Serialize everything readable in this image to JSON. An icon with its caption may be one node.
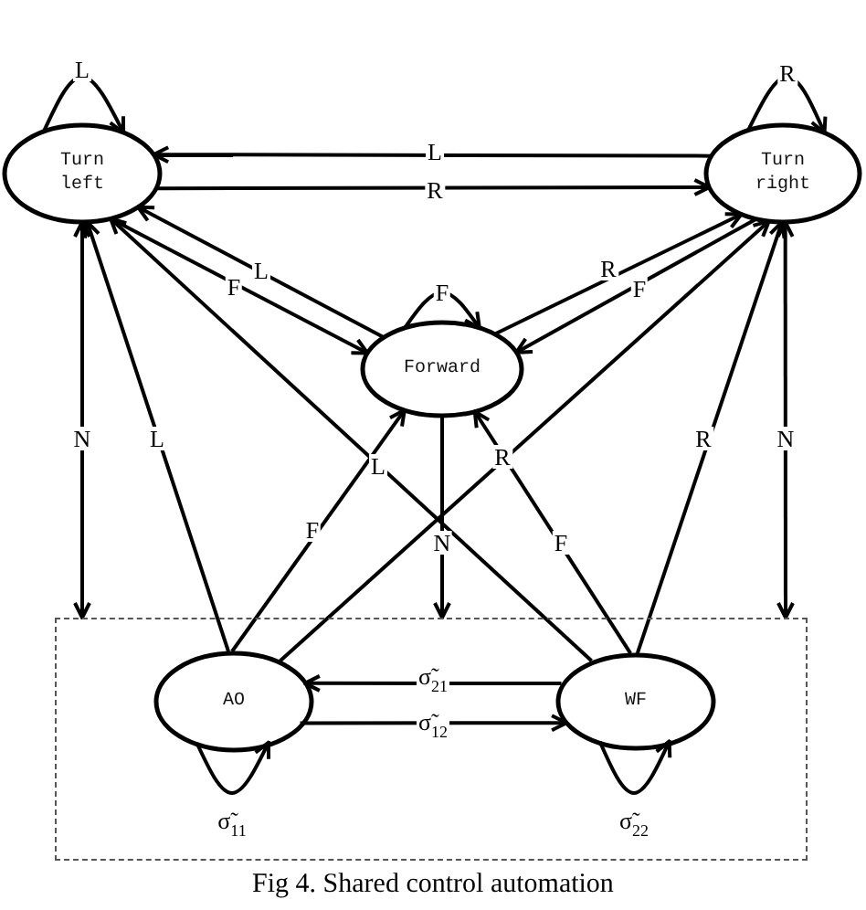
{
  "diagram": {
    "caption": "Fig 4. Shared control automation",
    "nodes": [
      {
        "text": [
          "Turn left"
        ]
      },
      {
        "text": [
          "Turn right"
        ]
      },
      {
        "text": [
          "Forward"
        ]
      },
      {
        "text": [],
        "shape": "box"
      },
      {
        "text": [
          "AO"
        ],
        "in": 3
      },
      {
        "text": [
          "WF"
        ],
        "in": 3
      }
    ],
    "edges": [
      {
        "from": 0,
        "to": 0,
        "arrow": "to",
        "label": "L"
      },
      {
        "from": 1,
        "to": 1,
        "arrow": "to",
        "label": "R"
      },
      {
        "from": 2,
        "to": 2,
        "arrow": "to",
        "label": "F"
      },
      {
        "from": 1,
        "to": 0,
        "arrow": "to",
        "label": "L"
      },
      {
        "from": 0,
        "to": 1,
        "arrow": "to",
        "label": "R"
      },
      {
        "from": 2,
        "to": 0,
        "arrow": "to",
        "label": "L"
      },
      {
        "from": 0,
        "to": 2,
        "arrow": "to",
        "label": "F"
      },
      {
        "from": 2,
        "to": 1,
        "arrow": "to",
        "label": "R"
      },
      {
        "from": 1,
        "to": 2,
        "arrow": "to",
        "label": "F"
      },
      {
        "from": 3,
        "to": 0,
        "arrow": "both",
        "label": "N"
      },
      {
        "from": 3,
        "to": 1,
        "arrow": "both",
        "label": "N"
      },
      {
        "from": 2,
        "to": 3,
        "arrow": "to",
        "label": "N"
      },
      {
        "from": 4,
        "to": 0,
        "arrow": "to",
        "label": "L"
      },
      {
        "from": 4,
        "to": 2,
        "arrow": "to",
        "label": "F"
      },
      {
        "from": 4,
        "to": 1,
        "arrow": "to",
        "label": "R"
      },
      {
        "from": 5,
        "to": 0,
        "arrow": "to",
        "label": "L"
      },
      {
        "from": 5,
        "to": 2,
        "arrow": "to",
        "label": "F"
      },
      {
        "from": 5,
        "to": 1,
        "arrow": "to",
        "label": "R"
      },
      {
        "from": 5,
        "to": 4,
        "arrow": "to",
        "label": "σ̃$_{21}$"
      },
      {
        "from": 4,
        "to": 5,
        "arrow": "to",
        "label": "σ̃$_{12}$"
      },
      {
        "from": 4,
        "to": 4,
        "arrow": "to",
        "label": "σ̃$_{11}$"
      },
      {
        "from": 5,
        "to": 5,
        "arrow": "to",
        "label": "σ̃$_{22}$"
      }
    ]
  }
}
